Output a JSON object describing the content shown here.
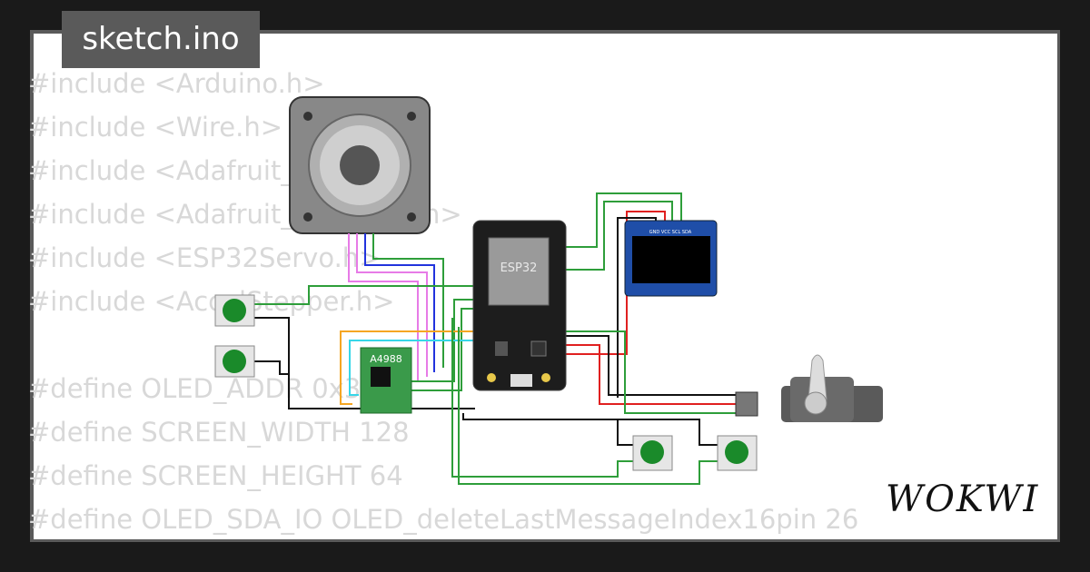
{
  "tab": {
    "filename": "sketch.ino"
  },
  "code_lines": [
    "#include <Arduino.h>",
    "#include <Wire.h>",
    "#include <Adafruit_GFX.h>",
    "#include <Adafruit_SSD1306.h>",
    "#include <ESP32Servo.h>",
    "#include <AccelStepper.h>",
    "",
    "#define OLED_ADDR 0x3C",
    "#define SCREEN_WIDTH 128",
    "#define SCREEN_HEIGHT 64",
    "#define OLED_SDA_IO OLED_deleteLastMessageIndex16pin 26"
  ],
  "components": {
    "mcu_label": "ESP32",
    "driver_label": "A4988",
    "oled_pins": "GND VCC SCL SDA"
  },
  "brand": {
    "logo_text": "WOKWI"
  },
  "colors": {
    "background": "#1a1a1a",
    "frame": "#5a5a5a",
    "code_text": "#d8d8d8",
    "wire_green": "#2e9e3a",
    "wire_red": "#e02020",
    "wire_black": "#111111",
    "wire_blue": "#2233dd",
    "wire_pink": "#e77be7",
    "wire_cyan": "#37d6e8",
    "wire_orange": "#f5a623"
  }
}
